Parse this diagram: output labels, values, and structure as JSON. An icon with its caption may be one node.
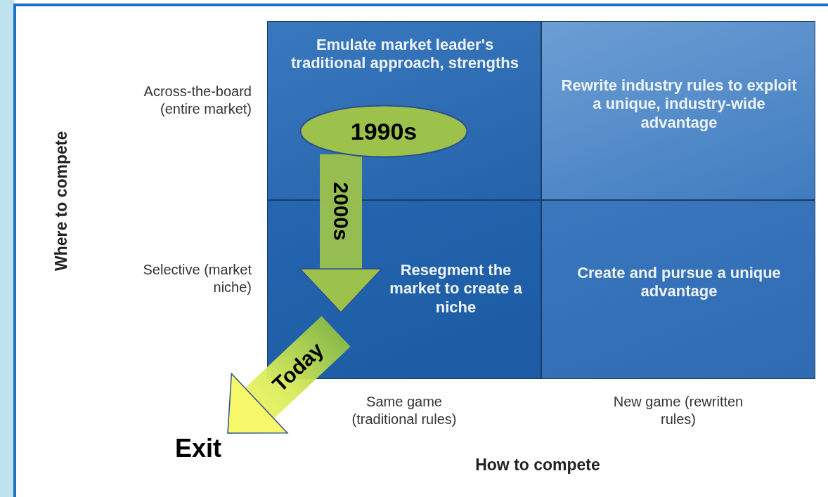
{
  "diagram": {
    "nodes": [
      {
        "text": [
          "Emulate market leader's traditional approach, strengths"
        ]
      },
      {
        "text": [
          "Rewrite industry rules to exploit a unique, industry-wide advantage"
        ]
      },
      {
        "text": [
          "Resegment the market to create a niche"
        ]
      },
      {
        "text": [
          "Create and pursue a unique advantage"
        ]
      },
      {
        "text": [
          "1990s"
        ],
        "in": 0
      },
      {
        "text": [
          "Exit"
        ]
      }
    ],
    "edges": [
      {
        "from": 4,
        "to": 2,
        "arrow": "to",
        "label": "2000s"
      },
      {
        "from": 2,
        "to": 5,
        "arrow": "to",
        "label": "Today"
      }
    ],
    "labels": [
      "Across-the-board (entire market)",
      "Where to compete",
      "Selective (market niche)",
      "Same game (traditional rules)",
      "New game (rewritten rules)",
      "How to compete"
    ]
  }
}
